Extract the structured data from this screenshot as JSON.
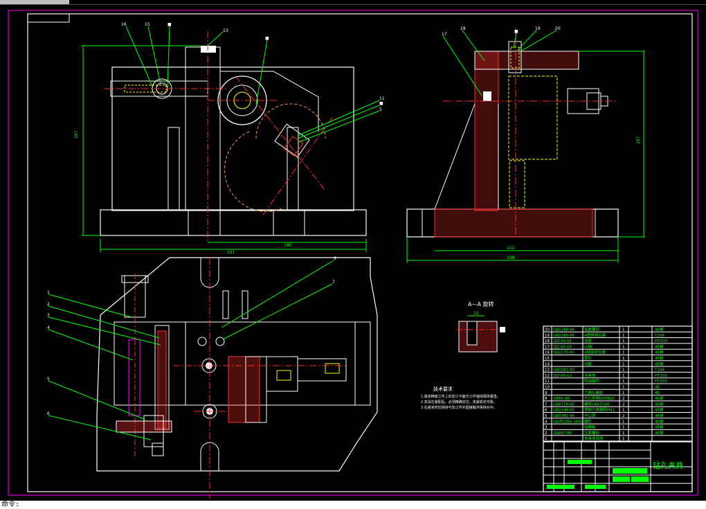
{
  "status": {
    "command_text": "命令:"
  },
  "views": {
    "front_dims": {
      "width": "221",
      "height": "287",
      "mid": "185"
    },
    "side_dims": {
      "height": "287",
      "width1": "212",
      "width2": "258"
    },
    "section_label": "A—A 旋转",
    "section_dim": "12"
  },
  "tech_req": {
    "title": "技术要求",
    "lines": [
      "1.装夹精度工件上的加工平面与工件轴线保持垂直。",
      "2.夹具在装配后，必须精确定位，夹紧稳定可靠。",
      "3.在装夹时应保持与加工件外圆接触并保持对中。"
    ]
  },
  "callouts": {
    "front": [
      "16",
      "15",
      "■",
      "13",
      "■",
      "11",
      "■",
      "5"
    ],
    "side": [
      "17",
      "18",
      "■",
      "19",
      "20"
    ],
    "plan": [
      "1",
      "2",
      "3",
      "4",
      "5",
      "6",
      "8",
      "7"
    ]
  },
  "bom": [
    {
      "no": "20",
      "code": "GB2268-86",
      "name": "钻套螺钉",
      "qty": "1",
      "mat": "45钢"
    },
    {
      "no": "19",
      "code": "GB2265-86",
      "name": "A型快换钻套",
      "qty": "1",
      "mat": "T10A"
    },
    {
      "no": "18",
      "code": "ZJZ-03-15",
      "name": "支座",
      "qty": "1",
      "mat": "HT200"
    },
    {
      "no": "17",
      "code": "ZJZ-03-16",
      "name": "心轴",
      "qty": "1",
      "mat": "45钢"
    },
    {
      "no": "16",
      "code": "GB2175-80",
      "name": "A型固定钻套",
      "qty": "1",
      "mat": "45钢"
    },
    {
      "no": "15",
      "code": "",
      "name": "垫片",
      "qty": "1",
      "mat": "45钢"
    },
    {
      "no": "14",
      "code": "",
      "name": "衬套",
      "qty": "1",
      "mat": "45钢"
    },
    {
      "no": "13",
      "code": "GB2263-80",
      "name": "",
      "qty": "1",
      "mat": "T10A"
    },
    {
      "no": "12",
      "code": "ZJZ-03-12",
      "name": "夹具体",
      "qty": "1",
      "mat": "HT200"
    },
    {
      "no": "11",
      "code": "",
      "name": "转动轴杆",
      "qty": "1",
      "mat": "HT200"
    },
    {
      "no": "10",
      "code": "",
      "name": "",
      "qty": "1",
      "mat": "45"
    },
    {
      "no": "9",
      "code": "",
      "name": "六角头螺柱",
      "qty": "1",
      "mat": "45"
    },
    {
      "no": "8",
      "code": "GB80-86",
      "name": "开口垫圈GB5N10",
      "qty": "2",
      "mat": "45钢"
    },
    {
      "no": "7",
      "code": "GB6170-86",
      "name": "螺母GB5X100",
      "qty": "2",
      "mat": "45钢"
    },
    {
      "no": "6",
      "code": "GB2148-80",
      "name": "带肩六角螺母M12",
      "qty": "1",
      "mat": "45钢"
    },
    {
      "no": "5",
      "code": "GB5781-86",
      "name": "开口销",
      "qty": "2",
      "mat": "45钢"
    },
    {
      "no": "4",
      "code": "GB/T1369-1993",
      "name": "螺钉",
      "qty": "1",
      "mat": "45钢"
    },
    {
      "no": "3",
      "code": "",
      "name": "钻模板",
      "qty": "1",
      "mat": "45钢"
    },
    {
      "no": "2",
      "code": "GB887-86",
      "name": "压紧螺栓",
      "qty": "1",
      "mat": "45钢"
    },
    {
      "no": "1",
      "code": "",
      "name": "夹具体底座",
      "qty": "1",
      "mat": ""
    }
  ],
  "title_block": {
    "drawing_title": "钻孔夹具"
  },
  "colors": {
    "outline": "#ffffff",
    "dimension": "#00ff00",
    "hatch": "#ff3030",
    "centerline": "#ff2a2a",
    "hidden": "#ffff00",
    "frame": "#ff00ff",
    "construction": "#ff9933"
  }
}
